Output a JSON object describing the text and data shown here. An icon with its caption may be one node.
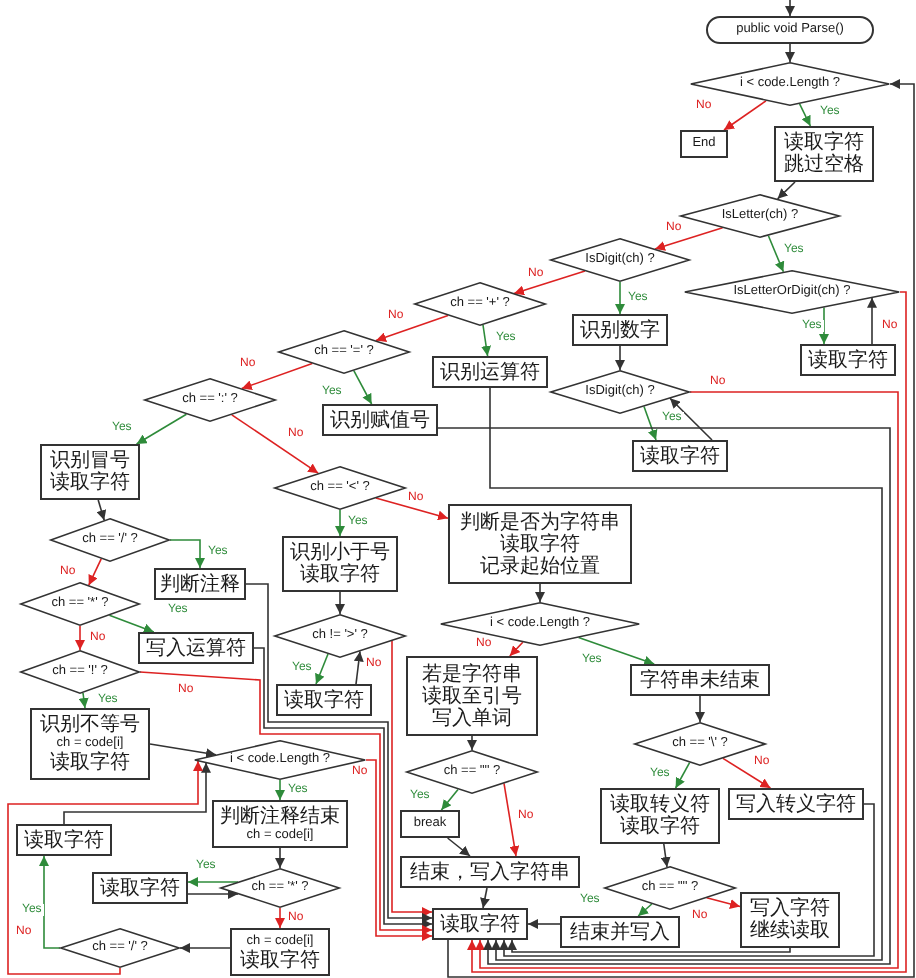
{
  "diagram": {
    "nodes": [
      {
        "text": [
          "public void Parse()"
        ]
      },
      {
        "text": [
          "i < code.Length ?"
        ]
      },
      {
        "text": [
          "End"
        ]
      },
      {
        "text": [
          "读取字符",
          "跳过空格"
        ]
      },
      {
        "text": [
          "IsLetter(ch) ?"
        ]
      },
      {
        "text": [
          "IsLetterOrDigit(ch) ?"
        ]
      },
      {
        "text": [
          "读取字符"
        ]
      },
      {
        "text": [
          "IsDigit(ch) ?"
        ]
      },
      {
        "text": [
          "识别数字"
        ]
      },
      {
        "text": [
          "IsDigit(ch) ?"
        ]
      },
      {
        "text": [
          "读取字符"
        ]
      },
      {
        "text": [
          "ch == '+' ?"
        ]
      },
      {
        "text": [
          "识别运算符"
        ]
      },
      {
        "text": [
          "ch == '=' ?"
        ]
      },
      {
        "text": [
          "识别赋值号"
        ]
      },
      {
        "text": [
          "ch == ':' ?"
        ]
      },
      {
        "text": [
          "识别冒号",
          "读取字符"
        ]
      },
      {
        "text": [
          "ch == '<' ?"
        ]
      },
      {
        "text": [
          "识别小于号",
          "读取字符"
        ]
      },
      {
        "text": [
          "判断是否为字符串",
          "读取字符",
          "记录起始位置"
        ]
      },
      {
        "text": [
          "ch != '>' ?"
        ]
      },
      {
        "text": [
          "读取字符"
        ]
      },
      {
        "text": [
          "i < code.Length ?"
        ]
      },
      {
        "text": [
          "若是字符串",
          "读取至引号",
          "写入单词"
        ]
      },
      {
        "text": [
          "字符串未结束"
        ]
      },
      {
        "text": [
          "ch == '\"' ?"
        ]
      },
      {
        "text": [
          "break"
        ]
      },
      {
        "text": [
          "结束，写入字符串"
        ]
      },
      {
        "text": [
          "ch == '\\' ?"
        ]
      },
      {
        "text": [
          "读取转义符",
          "读取字符"
        ]
      },
      {
        "text": [
          "写入转义字符"
        ]
      },
      {
        "text": [
          "ch == '\"' ?"
        ]
      },
      {
        "text": [
          "结束并写入"
        ]
      },
      {
        "text": [
          "写入字符",
          "继续读取"
        ]
      },
      {
        "text": [
          "读取字符"
        ]
      },
      {
        "text": [
          "ch == '/' ?"
        ]
      },
      {
        "text": [
          "判断注释"
        ]
      },
      {
        "text": [
          "ch == '*' ?"
        ]
      },
      {
        "text": [
          "写入运算符"
        ]
      },
      {
        "text": [
          "ch == '!' ?"
        ]
      },
      {
        "text": [
          "识别不等号",
          "ch = code[i]",
          "读取字符"
        ]
      },
      {
        "text": [
          "i < code.Length ?"
        ]
      },
      {
        "text": [
          "判断注释结束",
          "ch = code[i]"
        ]
      },
      {
        "text": [
          "ch == '*' ?"
        ]
      },
      {
        "text": [
          "读取字符"
        ]
      },
      {
        "text": [
          "ch = code[i]",
          "读取字符"
        ]
      },
      {
        "text": [
          "ch == '/' ?"
        ]
      },
      {
        "text": [
          "读取字符"
        ]
      }
    ],
    "edges": [
      {
        "from": null,
        "to": 0,
        "arrow": "to"
      },
      {
        "from": 0,
        "to": 1,
        "arrow": "to"
      },
      {
        "from": 1,
        "to": 2,
        "arrow": "to",
        "label": "No",
        "color": "#dd2222"
      },
      {
        "from": 1,
        "to": 3,
        "arrow": "to",
        "label": "Yes",
        "color": "#2e8b3a"
      },
      {
        "from": 3,
        "to": 4,
        "arrow": "to"
      },
      {
        "from": 4,
        "to": 7,
        "arrow": "to",
        "label": "No",
        "color": "#dd2222"
      },
      {
        "from": 4,
        "to": 5,
        "arrow": "to",
        "label": "Yes",
        "color": "#2e8b3a"
      },
      {
        "from": 5,
        "to": 6,
        "arrow": "to",
        "label": "Yes",
        "color": "#2e8b3a"
      },
      {
        "from": 6,
        "to": 5,
        "arrow": "to"
      },
      {
        "from": 5,
        "to": 34,
        "arrow": "to",
        "label": "No",
        "color": "#dd2222"
      },
      {
        "from": 7,
        "to": 8,
        "arrow": "to",
        "label": "Yes",
        "color": "#2e8b3a"
      },
      {
        "from": 8,
        "to": 9,
        "arrow": "to"
      },
      {
        "from": 9,
        "to": 10,
        "arrow": "to",
        "label": "Yes",
        "color": "#2e8b3a"
      },
      {
        "from": 10,
        "to": 9,
        "arrow": "to"
      },
      {
        "from": 9,
        "to": 34,
        "arrow": "to",
        "label": "No",
        "color": "#dd2222"
      },
      {
        "from": 7,
        "to": 11,
        "arrow": "to",
        "label": "No",
        "color": "#dd2222"
      },
      {
        "from": 11,
        "to": 12,
        "arrow": "to",
        "label": "Yes",
        "color": "#2e8b3a"
      },
      {
        "from": 12,
        "to": 34,
        "arrow": "to"
      },
      {
        "from": 11,
        "to": 13,
        "arrow": "to",
        "label": "No",
        "color": "#dd2222"
      },
      {
        "from": 13,
        "to": 14,
        "arrow": "to",
        "label": "Yes",
        "color": "#2e8b3a"
      },
      {
        "from": 14,
        "to": 34,
        "arrow": "to"
      },
      {
        "from": 13,
        "to": 15,
        "arrow": "to",
        "label": "No",
        "color": "#dd2222"
      },
      {
        "from": 15,
        "to": 16,
        "arrow": "to",
        "label": "Yes",
        "color": "#2e8b3a"
      },
      {
        "from": 15,
        "to": 17,
        "arrow": "to",
        "label": "No",
        "color": "#dd2222"
      },
      {
        "from": 16,
        "to": 35,
        "arrow": "to"
      },
      {
        "from": 17,
        "to": 18,
        "arrow": "to",
        "label": "Yes",
        "color": "#2e8b3a"
      },
      {
        "from": 17,
        "to": 19,
        "arrow": "to",
        "label": "No",
        "color": "#dd2222"
      },
      {
        "from": 18,
        "to": 20,
        "arrow": "to"
      },
      {
        "from": 20,
        "to": 21,
        "arrow": "to",
        "label": "Yes",
        "color": "#2e8b3a"
      },
      {
        "from": 21,
        "to": 20,
        "arrow": "to"
      },
      {
        "from": 20,
        "to": 34,
        "arrow": "to",
        "label": "No",
        "color": "#dd2222"
      },
      {
        "from": 19,
        "to": 22,
        "arrow": "to"
      },
      {
        "from": 22,
        "to": 23,
        "arrow": "to",
        "label": "No",
        "color": "#dd2222"
      },
      {
        "from": 22,
        "to": 24,
        "arrow": "to",
        "label": "Yes",
        "color": "#2e8b3a"
      },
      {
        "from": 23,
        "to": 25,
        "arrow": "to"
      },
      {
        "from": 25,
        "to": 26,
        "arrow": "to",
        "label": "Yes",
        "color": "#2e8b3a"
      },
      {
        "from": 25,
        "to": 27,
        "arrow": "to",
        "label": "No",
        "color": "#dd2222"
      },
      {
        "from": 26,
        "to": 27,
        "arrow": "to"
      },
      {
        "from": 27,
        "to": 34,
        "arrow": "to"
      },
      {
        "from": 24,
        "to": 28,
        "arrow": "to"
      },
      {
        "from": 28,
        "to": 29,
        "arrow": "to",
        "label": "Yes",
        "color": "#2e8b3a"
      },
      {
        "from": 28,
        "to": 30,
        "arrow": "to",
        "label": "No",
        "color": "#dd2222"
      },
      {
        "from": 29,
        "to": 31,
        "arrow": "to"
      },
      {
        "from": 31,
        "to": 32,
        "arrow": "to",
        "label": "Yes",
        "color": "#2e8b3a"
      },
      {
        "from": 31,
        "to": 33,
        "arrow": "to",
        "label": "No",
        "color": "#dd2222"
      },
      {
        "from": 30,
        "to": 34,
        "arrow": "to"
      },
      {
        "from": 32,
        "to": 34,
        "arrow": "to"
      },
      {
        "from": 33,
        "to": 34,
        "arrow": "to"
      },
      {
        "from": 34,
        "to": 1,
        "arrow": "to"
      },
      {
        "from": 35,
        "to": 36,
        "arrow": "to",
        "label": "Yes",
        "color": "#2e8b3a"
      },
      {
        "from": 35,
        "to": 37,
        "arrow": "to",
        "label": "No",
        "color": "#dd2222"
      },
      {
        "from": 36,
        "to": 34,
        "arrow": "to"
      },
      {
        "from": 37,
        "to": 38,
        "arrow": "to",
        "label": "Yes",
        "color": "#2e8b3a"
      },
      {
        "from": 37,
        "to": 39,
        "arrow": "to",
        "label": "No",
        "color": "#dd2222"
      },
      {
        "from": 38,
        "to": 34,
        "arrow": "to"
      },
      {
        "from": 39,
        "to": 40,
        "arrow": "to",
        "label": "Yes",
        "color": "#2e8b3a"
      },
      {
        "from": 39,
        "to": 34,
        "arrow": "to",
        "label": "No",
        "color": "#dd2222"
      },
      {
        "from": 40,
        "to": 41,
        "arrow": "to"
      },
      {
        "from": 41,
        "to": 42,
        "arrow": "to",
        "label": "Yes",
        "color": "#2e8b3a"
      },
      {
        "from": 41,
        "to": 34,
        "arrow": "to",
        "label": "No",
        "color": "#dd2222"
      },
      {
        "from": 42,
        "to": 43,
        "arrow": "to"
      },
      {
        "from": 43,
        "to": 44,
        "arrow": "to",
        "label": "Yes",
        "color": "#2e8b3a"
      },
      {
        "from": 44,
        "to": 43,
        "arrow": "to"
      },
      {
        "from": 43,
        "to": 45,
        "arrow": "to",
        "label": "No",
        "color": "#dd2222"
      },
      {
        "from": 45,
        "to": 46,
        "arrow": "to"
      },
      {
        "from": 46,
        "to": 47,
        "arrow": "to",
        "label": "Yes",
        "color": "#2e8b3a"
      },
      {
        "from": 47,
        "to": 41,
        "arrow": "to"
      },
      {
        "from": 46,
        "to": 41,
        "arrow": "to",
        "label": "No",
        "color": "#dd2222"
      }
    ]
  }
}
